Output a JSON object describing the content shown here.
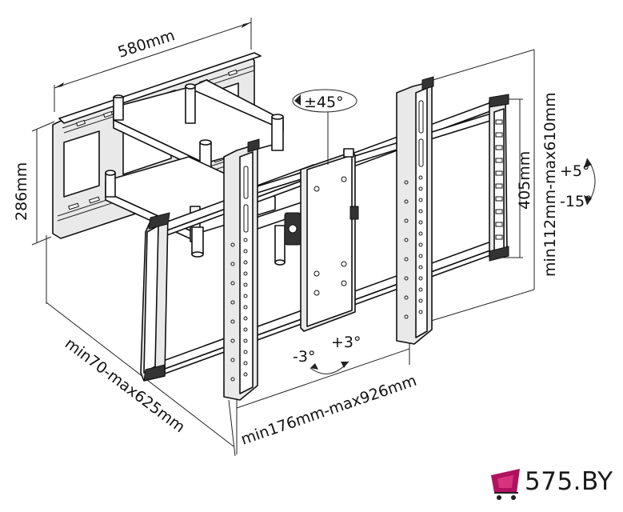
{
  "dimensions": {
    "wall_plate_width": "580mm",
    "wall_plate_height": "286mm",
    "extension": "min70-max625mm",
    "arm_span": "min176mm-max926mm",
    "frame_height": "405mm",
    "vesa_vertical": "min112mm-max610mm"
  },
  "angles": {
    "swivel": "±45°",
    "tilt_up": "+5°",
    "tilt_down": "-15°",
    "level_minus": "-3°",
    "level_plus": "+3°"
  },
  "logo": {
    "text": "575.BY",
    "icon": "shopping-cart-icon",
    "icon_color": "#b0125f"
  }
}
